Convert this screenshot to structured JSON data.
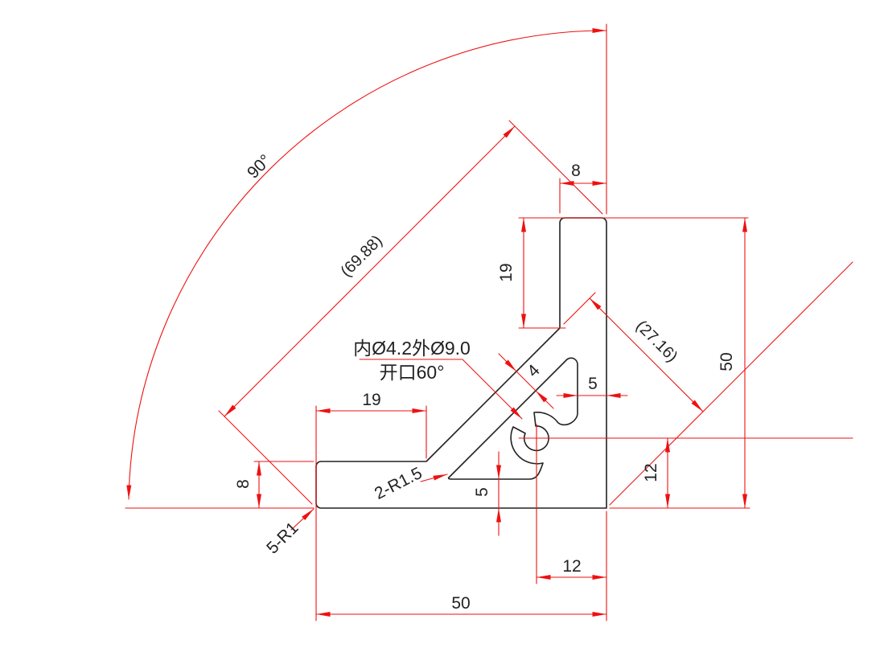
{
  "drawing": {
    "labels": {
      "angle": "90°",
      "diag_outer_ref": "(69.88)",
      "top_thickness": "8",
      "right_leg_inner_length": "19",
      "hole_note_line1": "内Ø4.2外Ø9.0",
      "hole_note_line2": "开口60°",
      "diag_inner_ref": "(27.16)",
      "overall_height": "50",
      "web_thickness": "4",
      "side_wall": "5",
      "left_leg_inner_length": "19",
      "hole_offset_right": "12",
      "bottom_wall": "5",
      "left_thickness": "8",
      "corner_fillet_note": "5-R1",
      "web_fillet_note": "2-R1.5",
      "hole_offset_bottom": "12",
      "overall_width": "50"
    }
  },
  "colors": {
    "dimension": "#ee1111",
    "outline": "#222222",
    "paper": "#ffffff"
  }
}
